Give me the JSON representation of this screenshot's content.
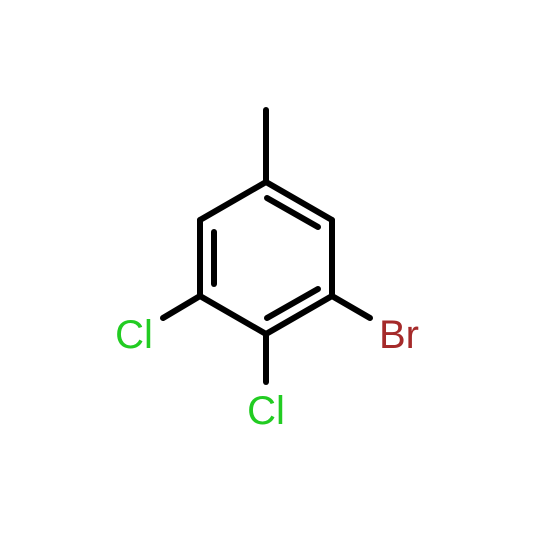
{
  "molecule": {
    "atoms": [
      {
        "id": "cl-left",
        "symbol": "Cl",
        "color": "#22cc22"
      },
      {
        "id": "cl-bottom",
        "symbol": "Cl",
        "color": "#22cc22"
      },
      {
        "id": "br",
        "symbol": "Br",
        "color": "#a52a2a"
      }
    ]
  }
}
